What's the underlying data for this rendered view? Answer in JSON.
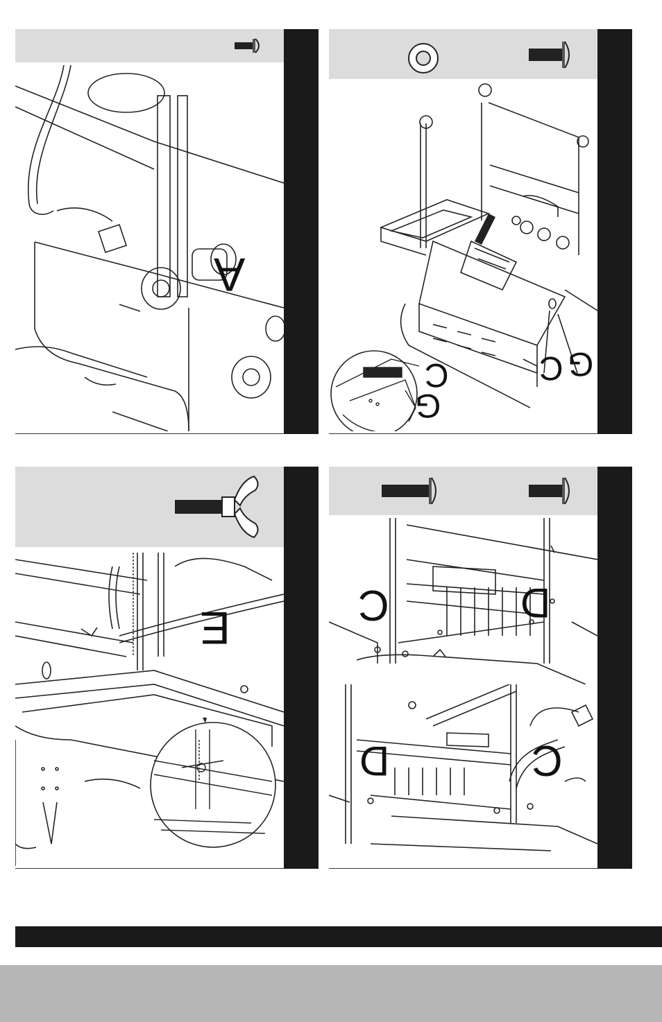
{
  "panels": {
    "p1": {
      "callouts": [
        "A"
      ],
      "hardware": [
        "short-bolt-icon"
      ]
    },
    "p2": {
      "callouts": [
        "C",
        "G",
        "C",
        "G"
      ],
      "hardware": [
        "washer-icon",
        "bolt-icon"
      ]
    },
    "p3": {
      "callouts": [
        "E"
      ],
      "hardware": [
        "wing-nut-bolt-icon"
      ]
    },
    "p4": {
      "callouts": [
        "C",
        "D",
        "D",
        "C"
      ],
      "hardware": [
        "bolt-icon",
        "bolt-icon"
      ]
    }
  },
  "colors": {
    "sidebar": "#1a1a1a",
    "header": "#dcdcdc",
    "footer_band": "#b5b5b5",
    "line": "#222222"
  }
}
